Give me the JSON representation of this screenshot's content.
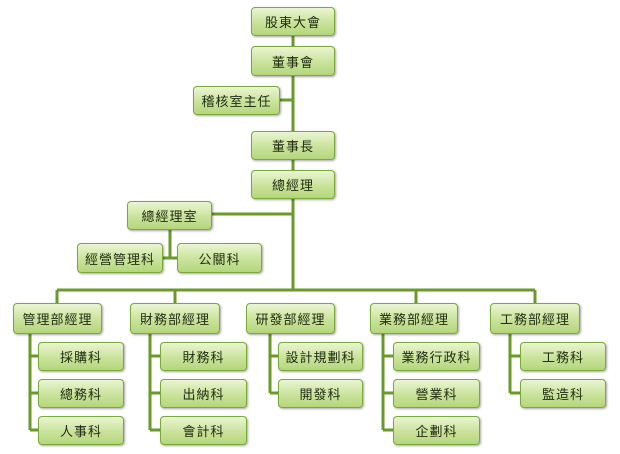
{
  "org": {
    "shareholders": "股東大會",
    "board": "董事會",
    "audit": "稽核室主任",
    "chairman": "董事長",
    "gm": "總經理",
    "gm_office": "總經理室",
    "mgmt_section": "經營管理科",
    "pr": "公關科",
    "admin_mgr": "管理部經理",
    "purchase": "採購科",
    "general_affairs": "總務科",
    "hr": "人事科",
    "finance_mgr": "財務部經理",
    "finance": "財務科",
    "cashier": "出納科",
    "accounting": "會計科",
    "rd_mgr": "研發部經理",
    "design": "設計規劃科",
    "development": "開發科",
    "sales_mgr": "業務部經理",
    "sales_admin": "業務行政科",
    "business": "營業科",
    "planning": "企劃科",
    "eng_mgr": "工務部經理",
    "engineering": "工務科",
    "supervision": "監造科"
  },
  "colors": {
    "line": "#6a9a2a",
    "border": "#7aa83a",
    "fill": "#c9e39a"
  }
}
